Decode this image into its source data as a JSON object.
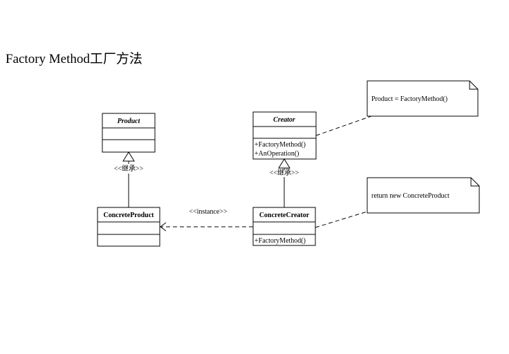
{
  "title": "Factory Method工厂方法",
  "classes": {
    "product": {
      "name": "Product"
    },
    "concrete_product": {
      "name": "ConcreteProduct"
    },
    "creator": {
      "name": "Creator",
      "methods": [
        "+FactoryMethod()",
        "+AnOperation()"
      ]
    },
    "concrete_creator": {
      "name": "ConcreteCreator",
      "methods": [
        "+FactoryMethod()"
      ]
    }
  },
  "relations": {
    "inherit_label_product": "<<继承>>",
    "inherit_label_creator": "<<继承>>",
    "instance_label": "<<instance>>"
  },
  "notes": {
    "creator_note": "Product = FactoryMethod()",
    "concrete_creator_note": "return new ConcreteProduct"
  }
}
